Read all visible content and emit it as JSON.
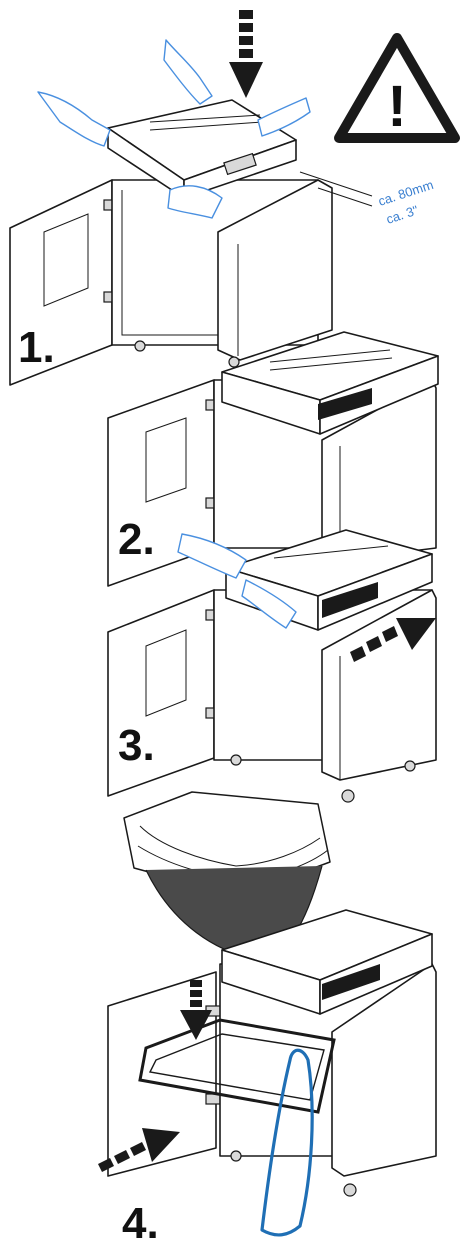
{
  "steps": [
    {
      "number": "1."
    },
    {
      "number": "2."
    },
    {
      "number": "3."
    },
    {
      "number": "4."
    }
  ],
  "clearance": {
    "metric": "ca. 80mm",
    "imperial": "ca. 3\""
  },
  "warning": {
    "symbol": "!"
  },
  "colors": {
    "hands": "#4a90e0",
    "measurement_text": "#3a7fd0",
    "strap": "#1f6fb5",
    "line": "#1a1a1a"
  }
}
